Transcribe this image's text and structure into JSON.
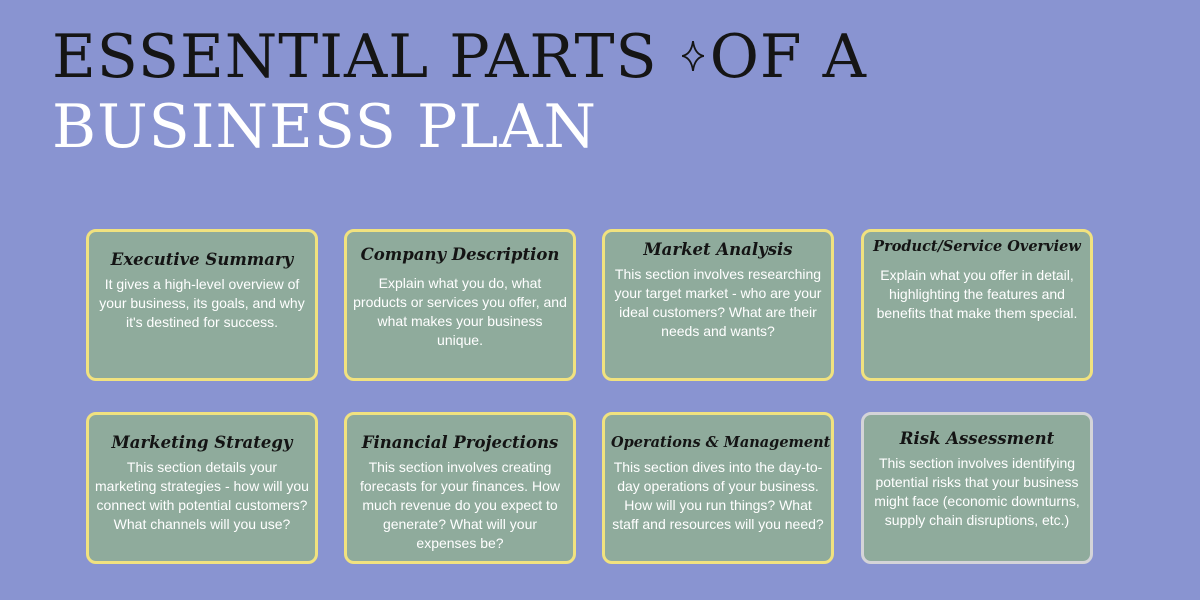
{
  "title": {
    "line1_before": "ESSENTIAL PARTS",
    "line1_after": "OF A",
    "line2": "BUSINESS PLAN"
  },
  "colors": {
    "background": "#8994d1",
    "card_fill": "#8fab9c",
    "card_border": "#f1e27f",
    "card_border_alt": "#d4d4d8"
  },
  "icons": [
    "sparkle-icon"
  ],
  "cards": [
    {
      "title": "Executive Summary",
      "text": "It gives a high-level overview of your business, its goals, and why it's destined for success."
    },
    {
      "title": "Company Description",
      "text": "Explain what you do, what products or services you offer, and what makes your business unique."
    },
    {
      "title": "Market Analysis",
      "text": "This section involves researching your target market - who are your ideal customers? What are their needs and wants?"
    },
    {
      "title": "Product/Service Overview",
      "text": "Explain what you offer in detail, highlighting the features and benefits that make them special."
    },
    {
      "title": "Marketing Strategy",
      "text": "This section details your marketing strategies - how will you connect with potential customers?  What channels will you use?"
    },
    {
      "title": "Financial Projections",
      "text": "This section involves creating forecasts for your finances. How much revenue do you expect to generate? What will your expenses be?"
    },
    {
      "title": "Operations & Management",
      "text": "This section dives into the day-to-day operations of your business. How will you run things?  What staff and resources will you need?"
    },
    {
      "title": "Risk Assessment",
      "text": "This section involves identifying potential risks that your business might face (economic downturns, supply chain disruptions, etc.)"
    }
  ]
}
